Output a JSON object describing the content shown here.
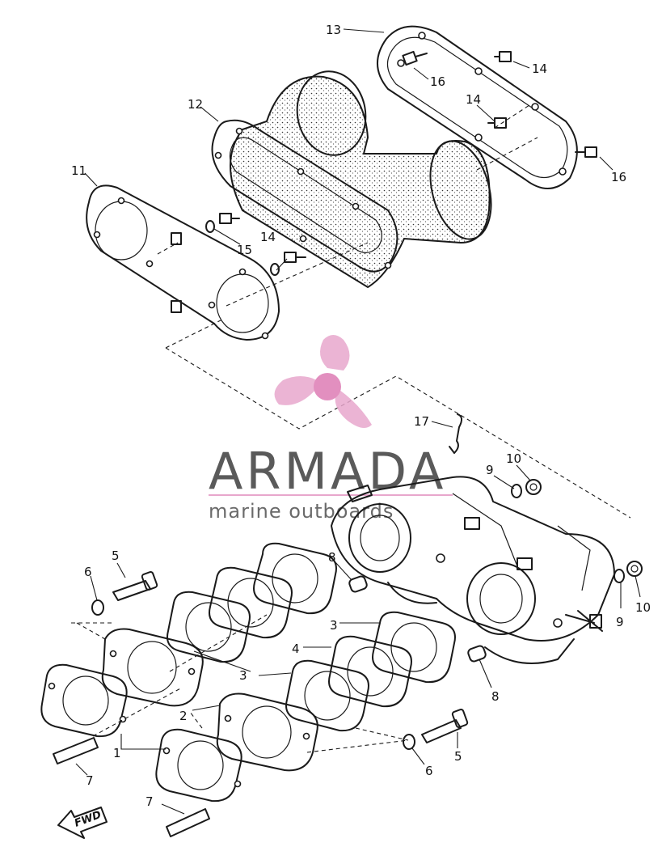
{
  "watermark": {
    "brand": "ARMADA",
    "tagline": "marine outboards",
    "accent_color": "#e8a7cc",
    "text_color": "#5a5a5a",
    "logo_icon": "propeller-icon"
  },
  "direction_marker": "FWD",
  "callouts": [
    "1",
    "2",
    "3",
    "4",
    "5",
    "6",
    "7",
    "8",
    "9",
    "10",
    "11",
    "12",
    "13",
    "14",
    "15",
    "16",
    "17"
  ]
}
